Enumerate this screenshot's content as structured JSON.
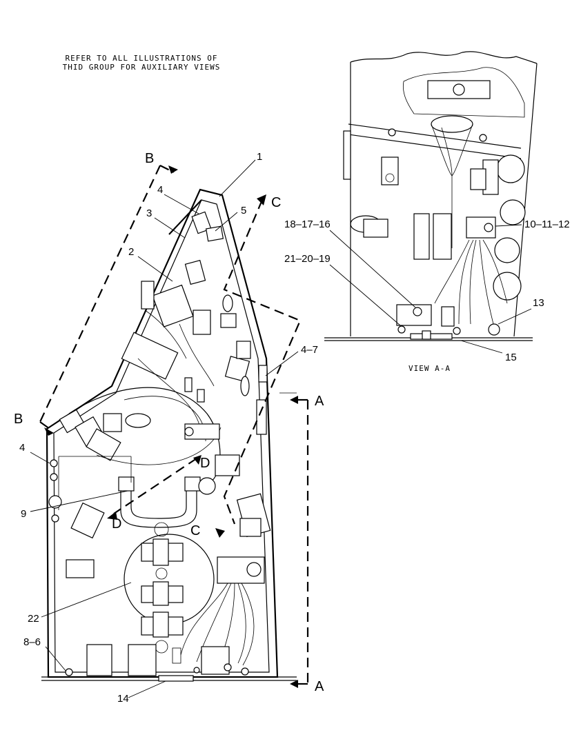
{
  "note": {
    "line1": "REFER TO ALL ILLUSTRATIONS OF",
    "line2": "THID GROUP FOR AUXILIARY VIEWS"
  },
  "view_caption": "VIEW A-A",
  "section_markers": {
    "b_top": "B",
    "b_left": "B",
    "c_top": "C",
    "c_mid": "C",
    "d_right": "D",
    "d_left": "D",
    "a_top": "A",
    "a_bottom": "A"
  },
  "callouts": {
    "c1": "1",
    "c4_top": "4",
    "c3": "3",
    "c5": "5",
    "c2": "2",
    "c4_7": "4–7",
    "c4_left": "4",
    "c9": "9",
    "c22": "22",
    "c8_6": "8–6",
    "c14": "14",
    "c18_17_16": "18–17–16",
    "c21_20_19": "21–20–19",
    "c10_11_12": "10–11–12",
    "c13": "13",
    "c15": "15"
  }
}
